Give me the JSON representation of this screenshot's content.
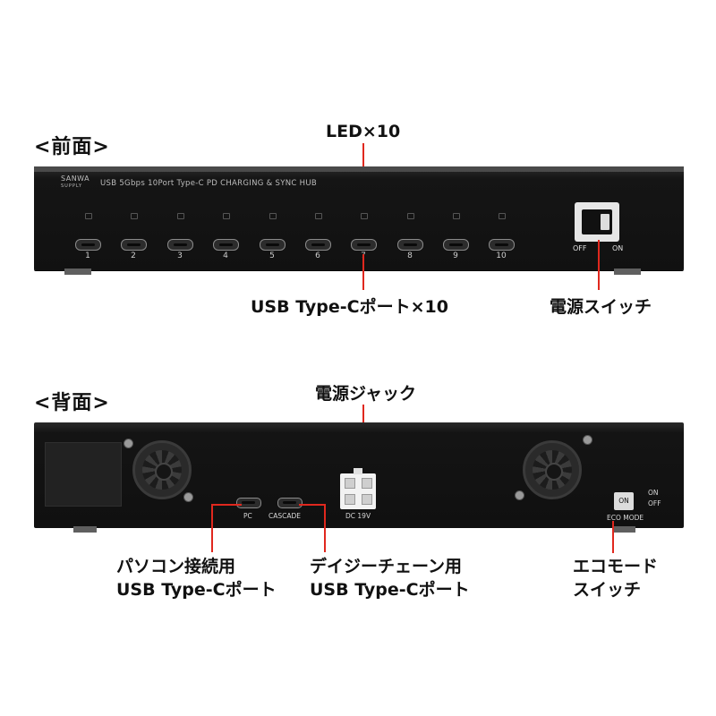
{
  "front": {
    "heading": "<前面>",
    "brand": "SANWA",
    "brand_sub": "SUPPLY",
    "model_text": "USB 5Gbps 10Port Type-C PD CHARGING & SYNC HUB",
    "ports": [
      "1",
      "2",
      "3",
      "4",
      "5",
      "6",
      "7",
      "8",
      "9",
      "10"
    ],
    "switch_off": "OFF",
    "switch_on": "ON",
    "callouts": {
      "led": "LED×10",
      "usb": "USB Type-Cポート×10",
      "power_switch": "電源スイッチ"
    }
  },
  "rear": {
    "heading": "<背面>",
    "pc_label": "PC",
    "cascade_label": "CASCADE",
    "dc_label": "DC 19V",
    "eco_on": "ON",
    "eco_off": "OFF",
    "eco_mode": "ECO MODE",
    "callouts": {
      "power_jack": "電源ジャック",
      "pc_port_line1": "パソコン接続用",
      "pc_port_line2": "USB Type-Cポート",
      "daisy_line1": "デイジーチェーン用",
      "daisy_line2": "USB Type-Cポート",
      "eco_line1": "エコモード",
      "eco_line2": "スイッチ"
    }
  },
  "colors": {
    "leader": "#e0281e",
    "panel": "#111111"
  }
}
